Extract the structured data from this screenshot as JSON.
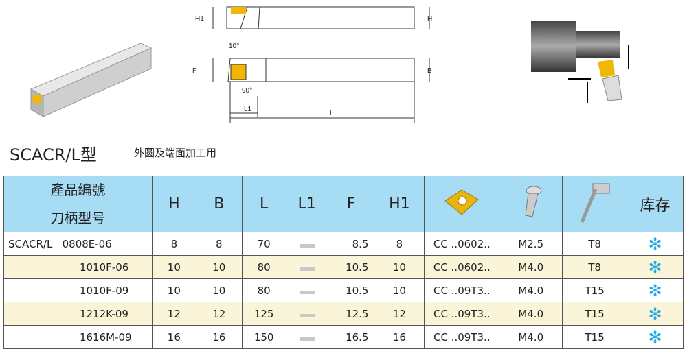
{
  "title": "SCACR/L型",
  "subtitle": "外圆及端面加工用",
  "drawing_labels": {
    "h1": "H1",
    "h": "H",
    "angle1": "10°",
    "f": "F",
    "b": "B",
    "angle2": "90°",
    "l1": "L1",
    "l": "L"
  },
  "table": {
    "header": {
      "name_cn1": "產品編號",
      "name_cn2": "刀柄型号",
      "cols": [
        "H",
        "B",
        "L",
        "L1",
        "F",
        "H1"
      ],
      "insert_icon": "insert-icon",
      "screw_icon": "screw-icon",
      "wrench_icon": "wrench-icon",
      "stock": "库存"
    },
    "rows": [
      {
        "model": "SCACR/L   0808E-06",
        "H": "8",
        "B": "8",
        "L": "70",
        "F": "8.5",
        "H1": "8",
        "insert": "CC ..0602..",
        "screw": "M2.5",
        "key": "T8"
      },
      {
        "model": "1010F-06",
        "H": "10",
        "B": "10",
        "L": "80",
        "F": "10.5",
        "H1": "10",
        "insert": "CC ..0602..",
        "screw": "M4.0",
        "key": "T8"
      },
      {
        "model": "1010F-09",
        "H": "10",
        "B": "10",
        "L": "80",
        "F": "10.5",
        "H1": "10",
        "insert": "CC ..09T3..",
        "screw": "M4.0",
        "key": "T15"
      },
      {
        "model": "1212K-09",
        "H": "12",
        "B": "12",
        "L": "125",
        "F": "12.5",
        "H1": "12",
        "insert": "CC ..09T3..",
        "screw": "M4.0",
        "key": "T15"
      },
      {
        "model": "1616M-09",
        "H": "16",
        "B": "16",
        "L": "150",
        "F": "16.5",
        "H1": "16",
        "insert": "CC ..09T3..",
        "screw": "M4.0",
        "key": "T15"
      }
    ]
  }
}
